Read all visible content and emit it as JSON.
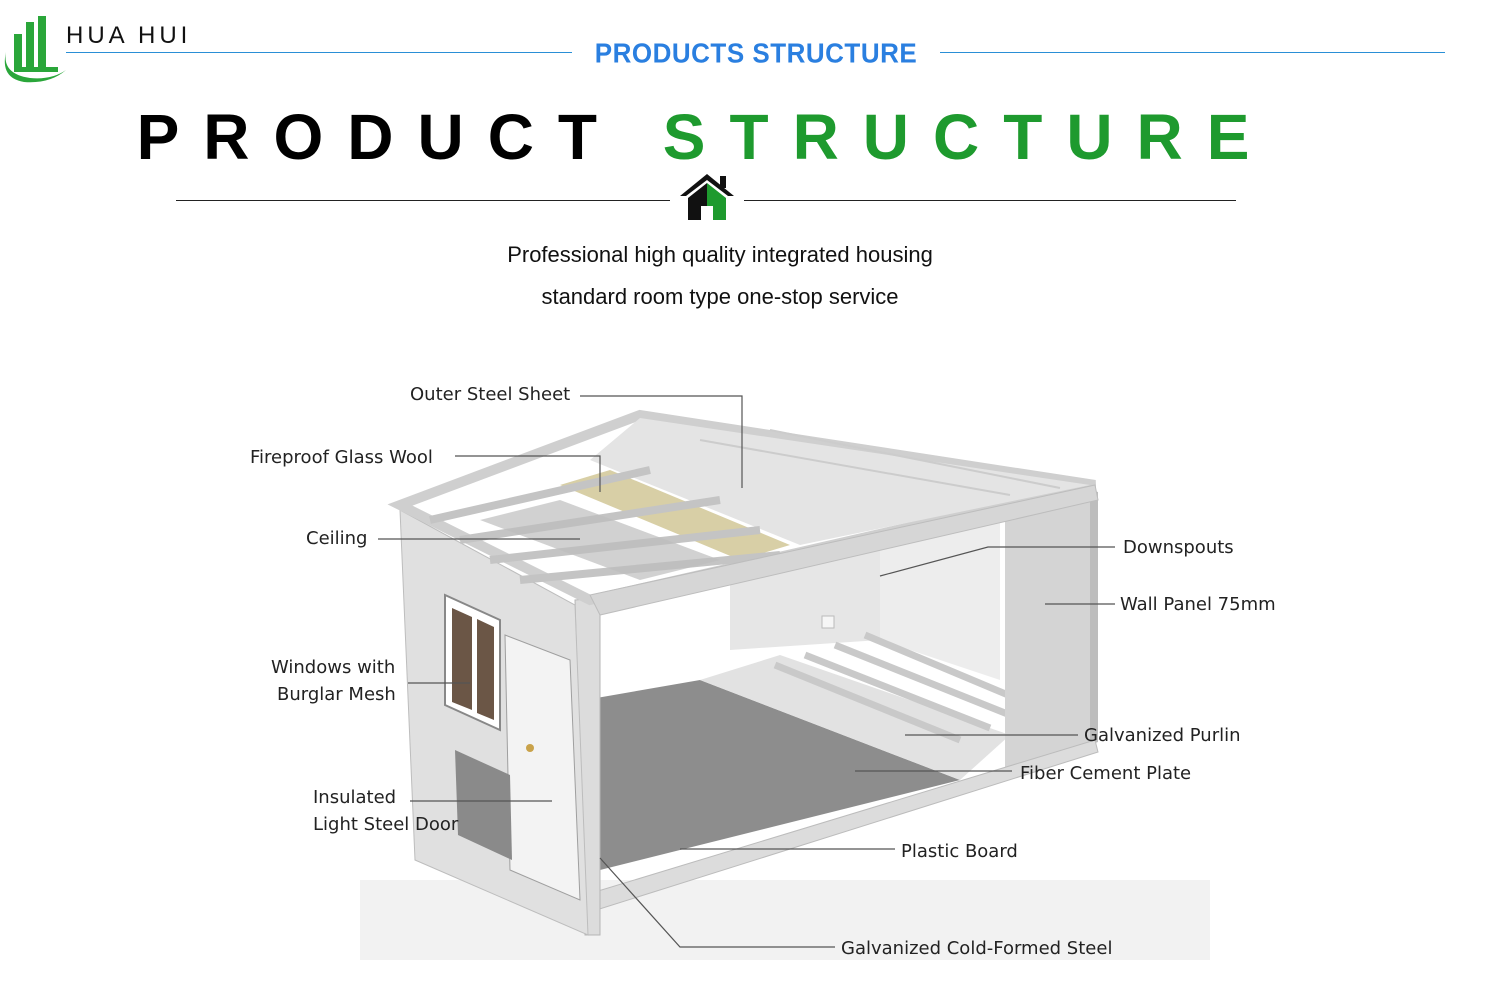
{
  "header": {
    "brand_name": "HUA HUI",
    "section_label": "PRODUCTS STRUCTURE",
    "logo_icon": "building-logo-icon",
    "accent_color": "#2a7fe0",
    "brand_green": "#1e9a2e"
  },
  "hero": {
    "title_part1": "PRODUCT",
    "title_part2": "STRUCTURE",
    "divider_icon": "house-icon",
    "tagline_line1": "Professional high quality integrated housing",
    "tagline_line2": "standard room type one-stop service"
  },
  "diagram": {
    "labels": {
      "outer_steel_sheet": "Outer Steel Sheet",
      "fireproof_glass_wool": "Fireproof Glass Wool",
      "ceiling": "Ceiling",
      "windows_line1": "Windows with",
      "windows_line2": "Burglar Mesh",
      "door_line1": "Insulated",
      "door_line2": "Light Steel Door",
      "downspouts": "Downspouts",
      "wall_panel": "Wall Panel 75mm",
      "galvanized_purlin": "Galvanized Purlin",
      "fiber_cement_plate": "Fiber Cement Plate",
      "plastic_board": "Plastic Board",
      "cold_formed_steel": "Galvanized Cold-Formed Steel"
    }
  }
}
